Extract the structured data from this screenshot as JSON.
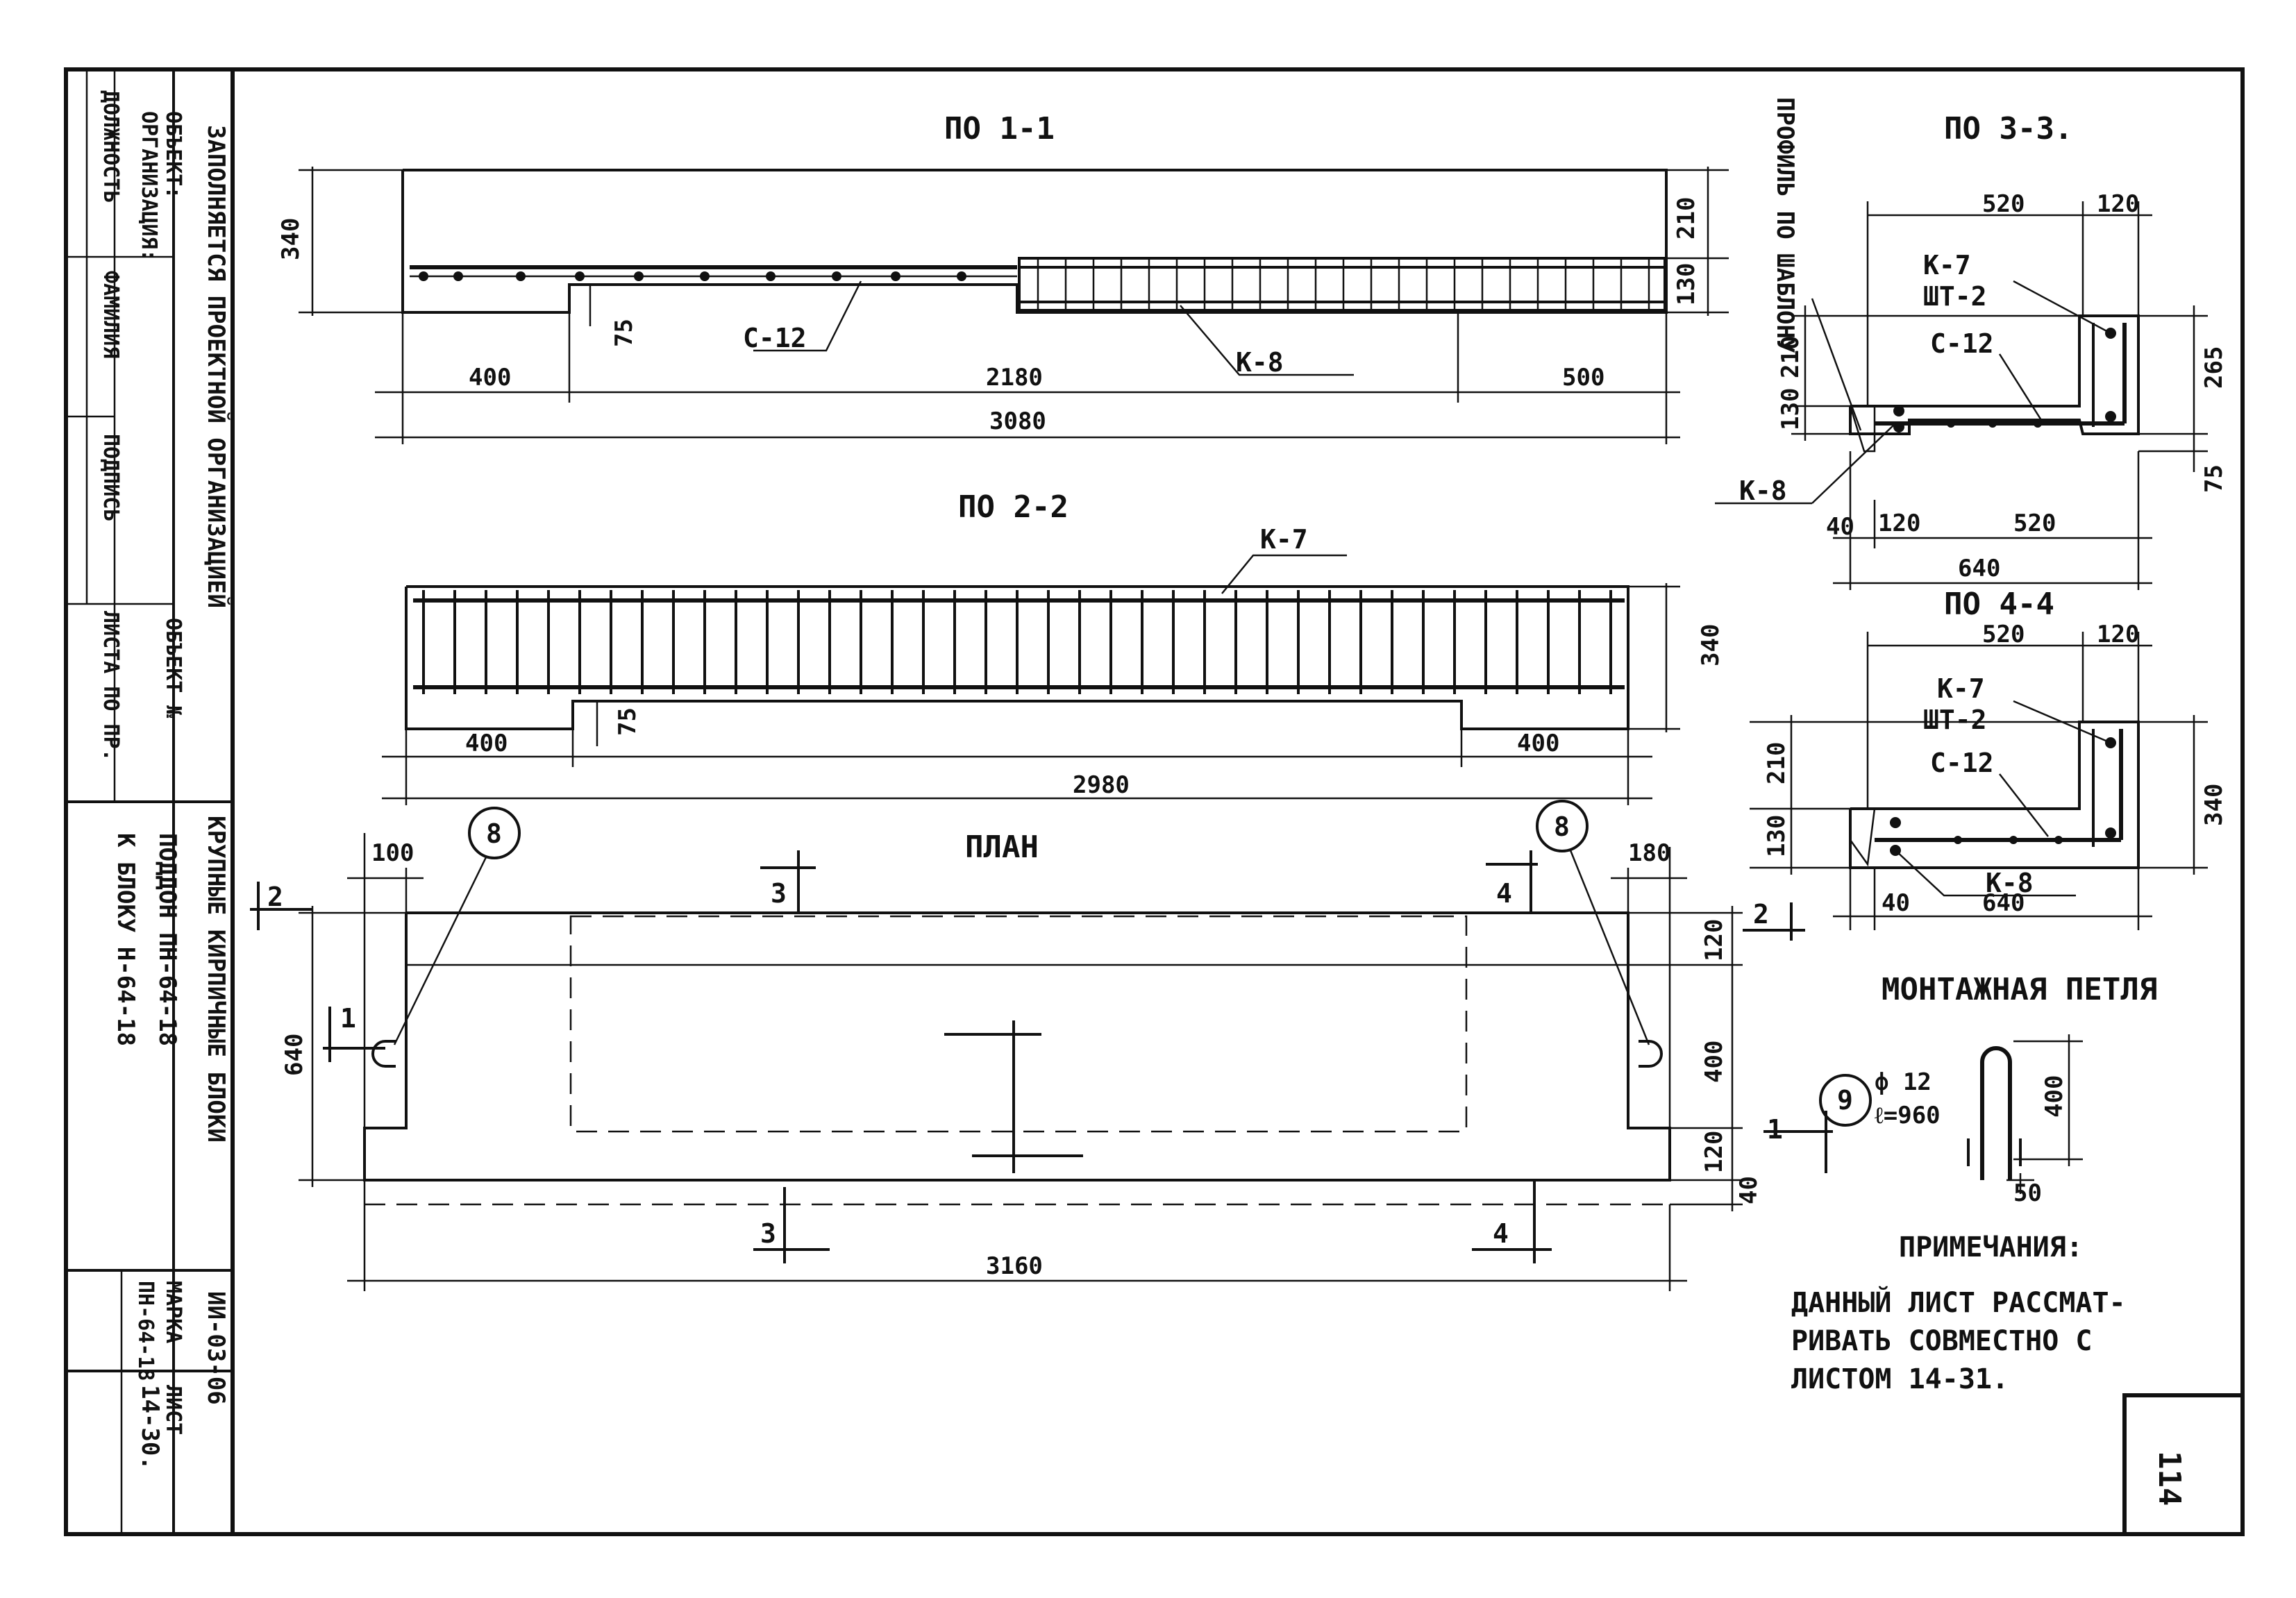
{
  "stamp": {
    "line1": "ЗАПОЛНЯЕТСЯ ПРОЕКТНОЙ ОРГАНИЗАЦИЕЙ",
    "objekt": "ОБЪЕКТ:",
    "org": "ОРГАНИЗАЦИЯ:",
    "col_position": "ДОЛЖНОСТЬ",
    "col_name": "ФАМИЛИЯ",
    "col_signature": "ПОДПИСЬ",
    "col_sheets": "ОБЪЕКТ №",
    "col_sheets2": "ЛИСТА ПО ПР.",
    "series": "КРУПНЫЕ КИРПИЧНЫЕ БЛОКИ",
    "title_line1": "ПОДДОН ПН-64-18",
    "title_line2": "К БЛОКУ Н-64-18",
    "code": "ИИ-03-06",
    "marka_label": "МАРКА",
    "marka_value": "ПН-64-18",
    "list_label": "ЛИСТ",
    "list_value": "14-30."
  },
  "sheet_number": "114",
  "views": {
    "s11_title": "ПО 1-1",
    "s22_title": "ПО 2-2",
    "s33_title": "ПО 3-3.",
    "s44_title": "ПО 4-4",
    "plan_title": "ПЛАН",
    "loop_title": "МОНТАЖНАЯ ПЕТЛЯ",
    "profile_note": "ПРОФИЛЬ ПО ШАБЛОНУ"
  },
  "labels": {
    "c12": "С-12",
    "k8": "К-8",
    "k7": "К-7",
    "sht2": "ШТ-2",
    "pos8": "8",
    "pos9": "9",
    "cut1": "1",
    "cut2": "2",
    "cut3": "3",
    "cut4": "4"
  },
  "dims": {
    "d340": "340",
    "d210": "210",
    "d130": "130",
    "d75": "75",
    "d400": "400",
    "d2180": "2180",
    "d500": "500",
    "d3080": "3080",
    "d2980": "2980",
    "d100": "100",
    "d180": "180",
    "d640": "640",
    "d120": "120",
    "d40": "40",
    "d3160": "3160",
    "d520": "520",
    "d265": "265",
    "d50": "50",
    "phi12": "ф 12",
    "l960": "ℓ=960"
  },
  "notes": {
    "title": "ПРИМЕЧАНИЯ:",
    "line1": "ДАННЫЙ ЛИСТ РАССМАТ-",
    "line2": "РИВАТЬ СОВМЕСТНО С",
    "line3": "ЛИСТОМ 14-31."
  }
}
